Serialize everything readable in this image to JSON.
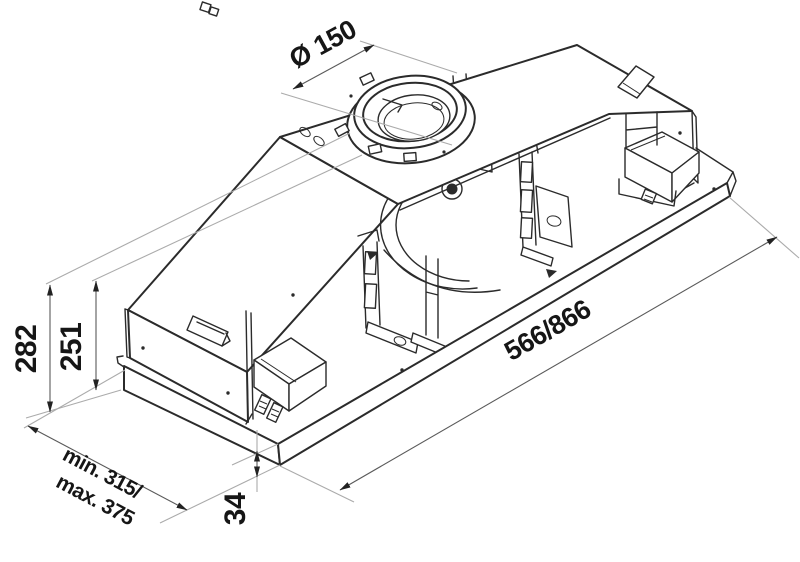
{
  "diagram": {
    "subject": "built-in cooker hood installation drawing",
    "view": "isometric line drawing",
    "dimensions": {
      "duct_diameter": "Ø 150",
      "height_total": "282",
      "height_body": "251",
      "recess_depth_line1": "min. 315/",
      "recess_depth_line2": "max. 375",
      "width": "566/866",
      "frame_height": "34"
    },
    "colors": {
      "line": "#2b2b2b",
      "extension_line": "#ababab",
      "dimension_line": "#5a5a5a",
      "text": "#161616",
      "background": "#ffffff"
    }
  }
}
